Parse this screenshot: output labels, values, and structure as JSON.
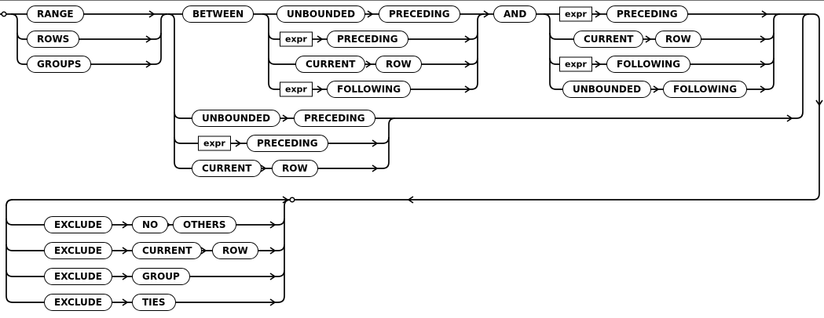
{
  "colors": {
    "line": "#000000",
    "background": "#ffffff",
    "rule": "#6b6b6b"
  },
  "nodes": [
    {
      "label": "RANGE",
      "kind": "keyword"
    },
    {
      "label": "ROWS",
      "kind": "keyword"
    },
    {
      "label": "GROUPS",
      "kind": "keyword"
    },
    {
      "label": "BETWEEN",
      "kind": "keyword"
    },
    {
      "label": "UNBOUNDED",
      "kind": "keyword"
    },
    {
      "label": "PRECEDING",
      "kind": "keyword"
    },
    {
      "label": "expr",
      "kind": "nonterminal"
    },
    {
      "label": "PRECEDING",
      "kind": "keyword"
    },
    {
      "label": "CURRENT",
      "kind": "keyword"
    },
    {
      "label": "ROW",
      "kind": "keyword"
    },
    {
      "label": "expr",
      "kind": "nonterminal"
    },
    {
      "label": "FOLLOWING",
      "kind": "keyword"
    },
    {
      "label": "AND",
      "kind": "keyword"
    },
    {
      "label": "expr",
      "kind": "nonterminal"
    },
    {
      "label": "PRECEDING",
      "kind": "keyword"
    },
    {
      "label": "CURRENT",
      "kind": "keyword"
    },
    {
      "label": "ROW",
      "kind": "keyword"
    },
    {
      "label": "expr",
      "kind": "nonterminal"
    },
    {
      "label": "FOLLOWING",
      "kind": "keyword"
    },
    {
      "label": "UNBOUNDED",
      "kind": "keyword"
    },
    {
      "label": "FOLLOWING",
      "kind": "keyword"
    },
    {
      "label": "UNBOUNDED",
      "kind": "keyword"
    },
    {
      "label": "PRECEDING",
      "kind": "keyword"
    },
    {
      "label": "expr",
      "kind": "nonterminal"
    },
    {
      "label": "PRECEDING",
      "kind": "keyword"
    },
    {
      "label": "CURRENT",
      "kind": "keyword"
    },
    {
      "label": "ROW",
      "kind": "keyword"
    },
    {
      "label": "EXCLUDE",
      "kind": "keyword"
    },
    {
      "label": "NO",
      "kind": "keyword"
    },
    {
      "label": "OTHERS",
      "kind": "keyword"
    },
    {
      "label": "EXCLUDE",
      "kind": "keyword"
    },
    {
      "label": "CURRENT",
      "kind": "keyword"
    },
    {
      "label": "ROW",
      "kind": "keyword"
    },
    {
      "label": "EXCLUDE",
      "kind": "keyword"
    },
    {
      "label": "GROUP",
      "kind": "keyword"
    },
    {
      "label": "EXCLUDE",
      "kind": "keyword"
    },
    {
      "label": "TIES",
      "kind": "keyword"
    }
  ]
}
